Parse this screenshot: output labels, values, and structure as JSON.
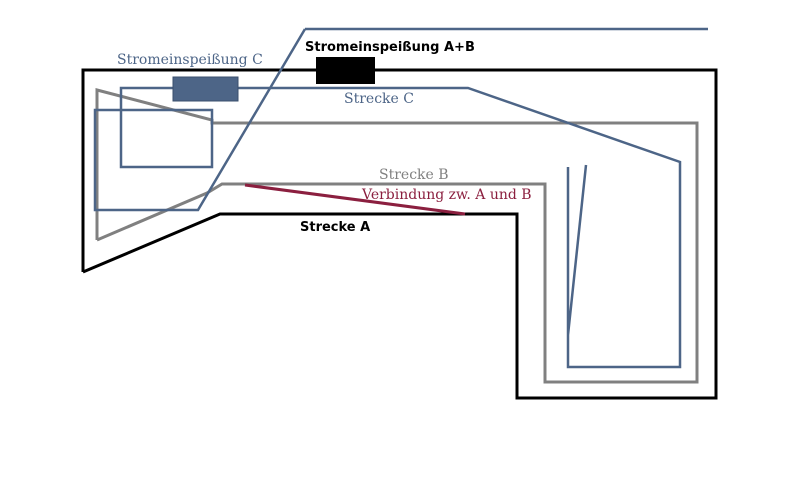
{
  "labels": {
    "feed_c": "Stromeinspeißung C",
    "feed_ab": "Stromeinspeißung A+B",
    "track_c": "Strecke C",
    "track_b": "Strecke B",
    "connection": "Verbindung zw. A und B",
    "track_a": "Strecke A"
  },
  "colors": {
    "track_a": "#000000",
    "track_b": "#808080",
    "track_c": "#4d6587",
    "connection": "#8b1f3f",
    "feed_c_box": "#4d6587",
    "feed_ab_box": "#000000",
    "feed_c_text": "#4d6587",
    "feed_ab_text": "#000000"
  }
}
